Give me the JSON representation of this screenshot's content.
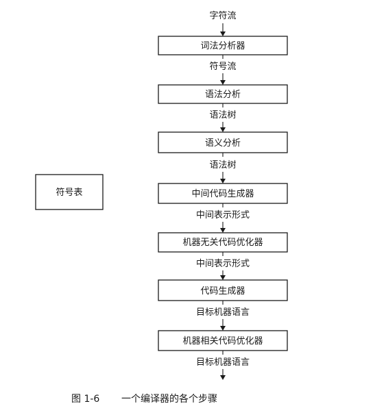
{
  "diagram": {
    "input_label": "字符流",
    "stages": [
      {
        "label": "词法分析器",
        "output": "符号流"
      },
      {
        "label": "语法分析",
        "output": "语法树"
      },
      {
        "label": "语义分析",
        "output": "语法树"
      },
      {
        "label": "中间代码生成器",
        "output": "中间表示形式"
      },
      {
        "label": "机器无关代码优化器",
        "output": "中间表示形式"
      },
      {
        "label": "代码生成器",
        "output": "目标机器语言"
      },
      {
        "label": "机器相关代码优化器",
        "output": "目标机器语言"
      }
    ],
    "symbol_table_label": "符号表",
    "caption_number": "图 1-6",
    "caption_text": "一个编译器的各个步骤"
  }
}
